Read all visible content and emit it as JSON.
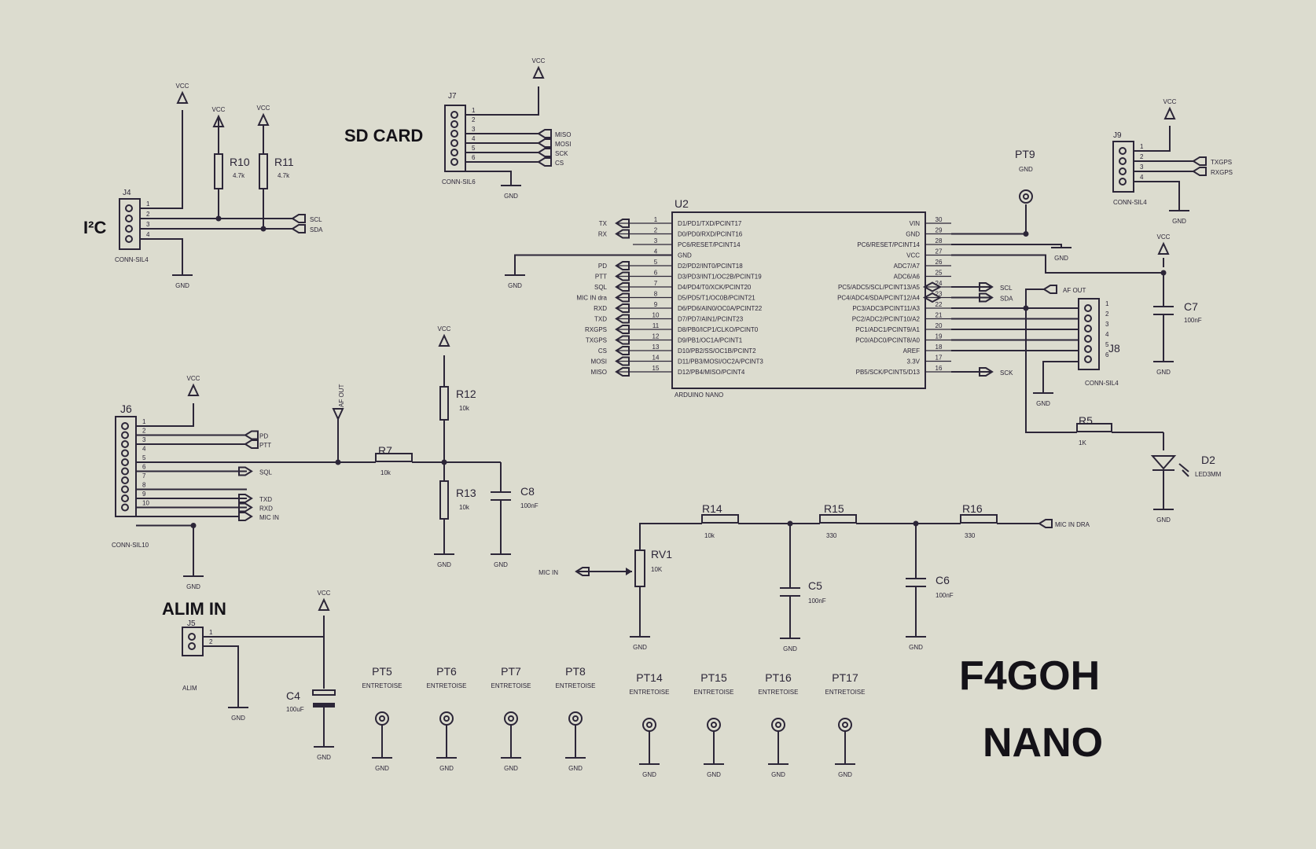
{
  "headings": {
    "i2c": "I²C",
    "sdcard": "SD CARD",
    "alim_in": "ALIM IN",
    "title1": "F4GOH",
    "title2": "NANO"
  },
  "power": {
    "vcc": "VCC",
    "gnd": "GND"
  },
  "u2": {
    "ref": "U2",
    "value": "ARDUINO NANO",
    "left_pins": [
      "D1/PD1/TXD/PCINT17",
      "D0/PD0/RXD/PCINT16",
      "PC6/RESET/PCINT14",
      "GND",
      "D2/PD2/INT0/PCINT18",
      "D3/PD3/INT1/OC2B/PCINT19",
      "D4/PD4/T0/XCK/PCINT20",
      "D5/PD5/T1/OC0B/PCINT21",
      "D6/PD6/AIN0/OC0A/PCINT22",
      "D7/PD7/AIN1/PCINT23",
      "D8/PB0/ICP1/CLKO/PCINT0",
      "D9/PB1/OC1A/PCINT1",
      "D10/PB2/SS/OC1B/PCINT2",
      "D11/PB3/MOSI/OC2A/PCINT3",
      "D12/PB4/MISO/PCINT4"
    ],
    "left_pin_nums": [
      "1",
      "2",
      "3",
      "4",
      "5",
      "6",
      "7",
      "8",
      "9",
      "10",
      "11",
      "12",
      "13",
      "14",
      "15"
    ],
    "right_pins": [
      "VIN",
      "GND",
      "PC6/RESET/PCINT14",
      "VCC",
      "ADC7/A7",
      "ADC6/A6",
      "PC5/ADC5/SCL/PCINT13/A5",
      "PC4/ADC4/SDA/PCINT12/A4",
      "PC3/ADC3/PCINT11/A3",
      "PC2/ADC2/PCINT10/A2",
      "PC1/ADC1/PCINT9/A1",
      "PC0/ADC0/PCINT8/A0",
      "AREF",
      "3.3V",
      "PB5/SCK/PCINT5/D13"
    ],
    "right_pin_nums": [
      "30",
      "29",
      "28",
      "27",
      "26",
      "25",
      "24",
      "23",
      "22",
      "21",
      "20",
      "19",
      "18",
      "17",
      "16"
    ],
    "left_nets": [
      "TX",
      "RX",
      "",
      "",
      "PD",
      "PTT",
      "SQL",
      "MIC IN dra",
      "RXD",
      "TXD",
      "RXGPS",
      "TXGPS",
      "CS",
      "MOSI",
      "MISO"
    ]
  },
  "j4": {
    "ref": "J4",
    "value": "CONN-SIL4",
    "pins": [
      "1",
      "2",
      "3",
      "4"
    ],
    "nets": [
      "SCL",
      "SDA"
    ]
  },
  "j7": {
    "ref": "J7",
    "value": "CONN-SIL6",
    "pins": [
      "1",
      "2",
      "3",
      "4",
      "5",
      "6"
    ],
    "nets": [
      "MISO",
      "MOSI",
      "SCK",
      "CS"
    ]
  },
  "j9": {
    "ref": "J9",
    "value": "CONN-SIL4",
    "pins": [
      "1",
      "2",
      "3",
      "4"
    ],
    "nets": [
      "TXGPS",
      "RXGPS"
    ]
  },
  "j8": {
    "ref": "J8",
    "value": "CONN-SIL4",
    "pins": [
      "1",
      "2",
      "3",
      "4",
      "5",
      "6"
    ]
  },
  "j6": {
    "ref": "J6",
    "value": "CONN-SIL10",
    "pins": [
      "1",
      "2",
      "3",
      "4",
      "5",
      "6",
      "7",
      "8",
      "9",
      "10"
    ],
    "nets": [
      "PD",
      "PTT",
      "SQL",
      "TXD",
      "RXD",
      "MIC IN"
    ]
  },
  "j5": {
    "ref": "J5",
    "value": "ALIM",
    "pins": [
      "1",
      "2"
    ]
  },
  "resistors": {
    "r10": {
      "ref": "R10",
      "value": "4.7k"
    },
    "r11": {
      "ref": "R11",
      "value": "4.7k"
    },
    "r12": {
      "ref": "R12",
      "value": "10k"
    },
    "r13": {
      "ref": "R13",
      "value": "10k"
    },
    "r7": {
      "ref": "R7",
      "value": "10k"
    },
    "r5": {
      "ref": "R5",
      "value": "1K"
    },
    "r14": {
      "ref": "R14",
      "value": "10k"
    },
    "r15": {
      "ref": "R15",
      "value": "330"
    },
    "r16": {
      "ref": "R16",
      "value": "330"
    }
  },
  "capacitors": {
    "c7": {
      "ref": "C7",
      "value": "100nF"
    },
    "c8": {
      "ref": "C8",
      "value": "100nF"
    },
    "c5": {
      "ref": "C5",
      "value": "100nF"
    },
    "c6": {
      "ref": "C6",
      "value": "100nF"
    },
    "c4": {
      "ref": "C4",
      "value": "100uF"
    }
  },
  "rv1": {
    "ref": "RV1",
    "value": "10K"
  },
  "d2": {
    "ref": "D2",
    "value": "LED3MM"
  },
  "pt9": {
    "ref": "PT9",
    "value": "GND"
  },
  "nets": {
    "af_out": "AF OUT",
    "scl": "SCL",
    "sda": "SDA",
    "sck": "SCK",
    "mic_in": "MIC IN",
    "mic_in_dra": "MIC IN DRA"
  },
  "testpoints": [
    {
      "ref": "PT5",
      "value": "ENTRETOISE"
    },
    {
      "ref": "PT6",
      "value": "ENTRETOISE"
    },
    {
      "ref": "PT7",
      "value": "ENTRETOISE"
    },
    {
      "ref": "PT8",
      "value": "ENTRETOISE"
    },
    {
      "ref": "PT14",
      "value": "ENTRETOISE"
    },
    {
      "ref": "PT15",
      "value": "ENTRETOISE"
    },
    {
      "ref": "PT16",
      "value": "ENTRETOISE"
    },
    {
      "ref": "PT17",
      "value": "ENTRETOISE"
    }
  ]
}
